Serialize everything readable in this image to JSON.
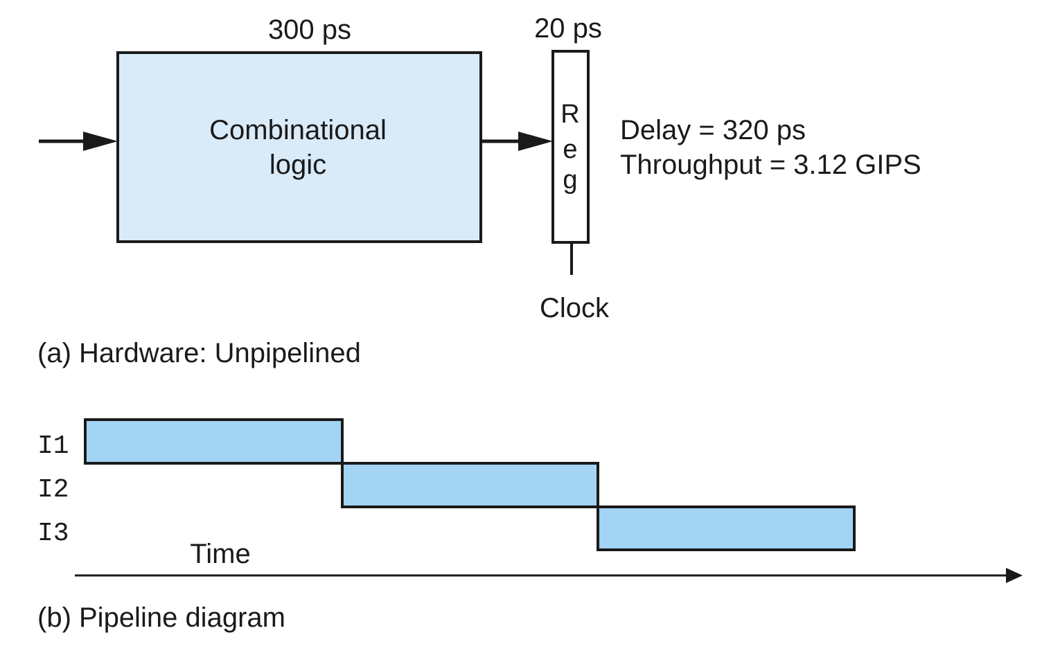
{
  "hardware": {
    "logic_delay_label": "300 ps",
    "reg_delay_label": "20 ps",
    "logic_label_line1": "Combinational",
    "logic_label_line2": "logic",
    "reg_letters": [
      "R",
      "e",
      "g"
    ],
    "clock_label": "Clock",
    "delay_text": "Delay = 320 ps",
    "throughput_text": "Throughput = 3.12 GIPS",
    "caption": "(a) Hardware: Unpipelined"
  },
  "pipeline": {
    "instructions": [
      "I1",
      "I2",
      "I3"
    ],
    "time_label": "Time",
    "caption": "(b) Pipeline diagram"
  },
  "colors": {
    "logic_fill": "#d9eaf8",
    "stage_fill": "#a3d4f3",
    "stroke": "#1a1a1a"
  }
}
